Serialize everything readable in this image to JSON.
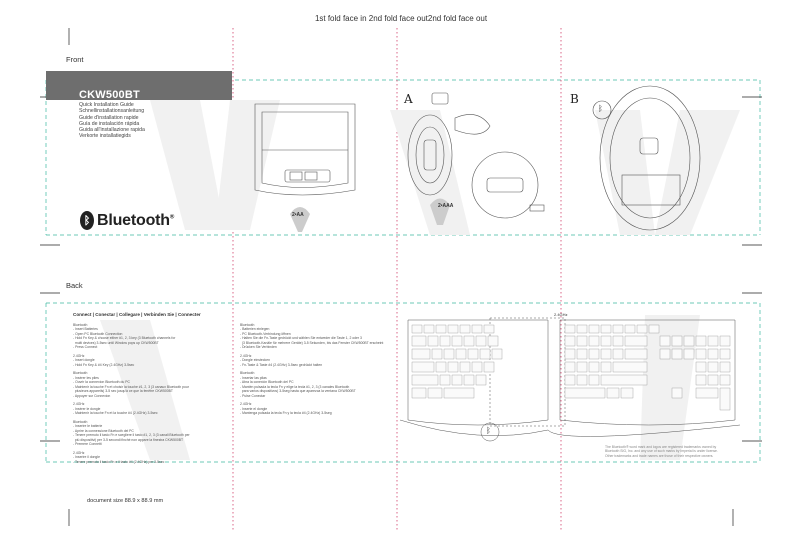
{
  "header": {
    "fold_title": "1st fold face in 2nd fold face out2nd fold face out"
  },
  "front": {
    "label": "Front",
    "model": "CKW500BT",
    "guides": [
      "Quick Installation Guide",
      "Schnellinstallationsanleitung",
      "Guide d'installation rapide",
      "Guía de instalación rápida",
      "Guida all'installazione rapida",
      "Verkorte installatiegids"
    ],
    "bluetooth_word": "Bluetooth",
    "step_a": "A",
    "step_b": "B",
    "battery_label_1": "2•AA",
    "battery_label_2": "2•AAA"
  },
  "back": {
    "label": "Back",
    "connect_heading": "Connect | Conectar | Collegare | Verbinden Sie | Connecter",
    "col1": "Bluetooth\n- Insert Batteries\n- Open PC Bluetooth Connection\n- Hold Fn Key & choose either #1, 2, 3 key (3 Bluetooth channels for\n  multi devices) 3-5sec until Window pops up CKW500BT\n- Press Connect\n\n2.4GHz\n- Insert dongle\n- Hold Fn Key & #4 Key (2.4GHz) 3-5sec\n\nBluetooth\n- Insérer les piles\n- Ouvrir la connexion Bluetooth du PC\n- Maintenir la touche Fn et choisir la touche #1, 2, 3 (3 canaux Bluetooth pour\n  plusieurs appareils) 3-5 sec jusqu'à ce que la fenêtre CKW500BT\n- Appuyer sur Connexion\n\n2.4GHz\n- Insérer le dongle\n- Maintenir la touche Fn et la touche #4 (2.4GHz) 3-5sec\n\nBluetooth\n- Inserire le batterie\n- Aprire la connessione Bluetooth del PC\n- Tenere premuto il tasto Fn e scegliere il tasto #1, 2, 3 (3 canali Bluetooth per\n  più dispositivi) per 3-5 secondi finché non appare la finestra CKW500BT\n- Premere Connetti\n\n2.4GHz\n- Inserire il dongle\n- Tenere premuto il tasto Fn e il tasto #4 (2.4GHz) per 3-5sec",
    "col2": "Bluetooth\n- Batterien einlegen\n- PC Bluetooth-Verbindung öffnen\n- Halten Sie die Fn-Taste gedrückt und wählen Sie entweder die Taste 1, 2 oder 3\n  (3 Bluetooth-Kanäle für mehrere Geräte) 3-5 Sekunden, bis das Fenster CKW500BT erscheint\n- Drücken Sie Verbinden\n\n2.4GHz\n- Dongle einstecken\n- Fn-Taste & Taste #4 (2.4GHz) 3-5sec gedrückt halten\n\nBluetooth\n- Insertar las pilas\n- Abra la conexión Bluetooth del PC\n- Mantén pulsada la tecla Fn y elige la tecla #1, 2, 3 (3 canales Bluetooth\n  para varios dispositivos) 3-5seg hasta que aparezca la ventana CKW500BT\n- Pulse Conectar\n\n2.4GHz\n- Inserte el dongle\n- Mantenga pulsada la tecla Fn y la tecla #4 (2.4GHz) 3-5seg",
    "kbd_label": "2.4GHz",
    "legal": "The Bluetooth® word mark and logos are registered trademarks owned by Bluetooth SIG, Inc. and any use of such marks by Imperial is under license. Other trademarks and trade names are those of their respective owners."
  },
  "footer": {
    "doc_size": "document size 88.9 x 88.9 mm"
  },
  "colors": {
    "guide_green": "#3cb8a0",
    "fold_red": "#d0406a",
    "bar_gray": "#6e6e6e"
  }
}
